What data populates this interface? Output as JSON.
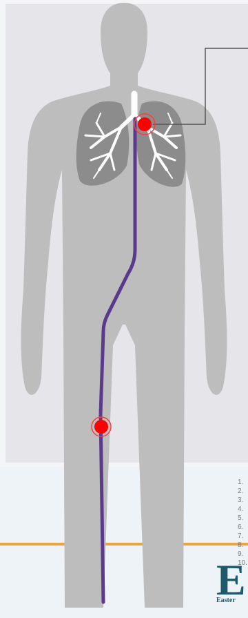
{
  "diagram": {
    "colors": {
      "background": "#e6e6ea",
      "body": "#bdbdbd",
      "lungs": "#8c8c8c",
      "bronchi": "#ffffff",
      "vessel": "#5b3a8c",
      "clot": "#ff0000",
      "callout_line": "#555555",
      "accent_rule": "#f0a23c"
    },
    "clot_markers": [
      "lung-clot-marker",
      "leg-clot-marker"
    ]
  },
  "side_list": [
    "1.",
    "2.",
    "3.",
    "4.",
    "5.",
    "6.",
    "7.",
    "8.",
    "9.",
    "10."
  ],
  "logo": {
    "letter": "E",
    "word": "Easter"
  }
}
